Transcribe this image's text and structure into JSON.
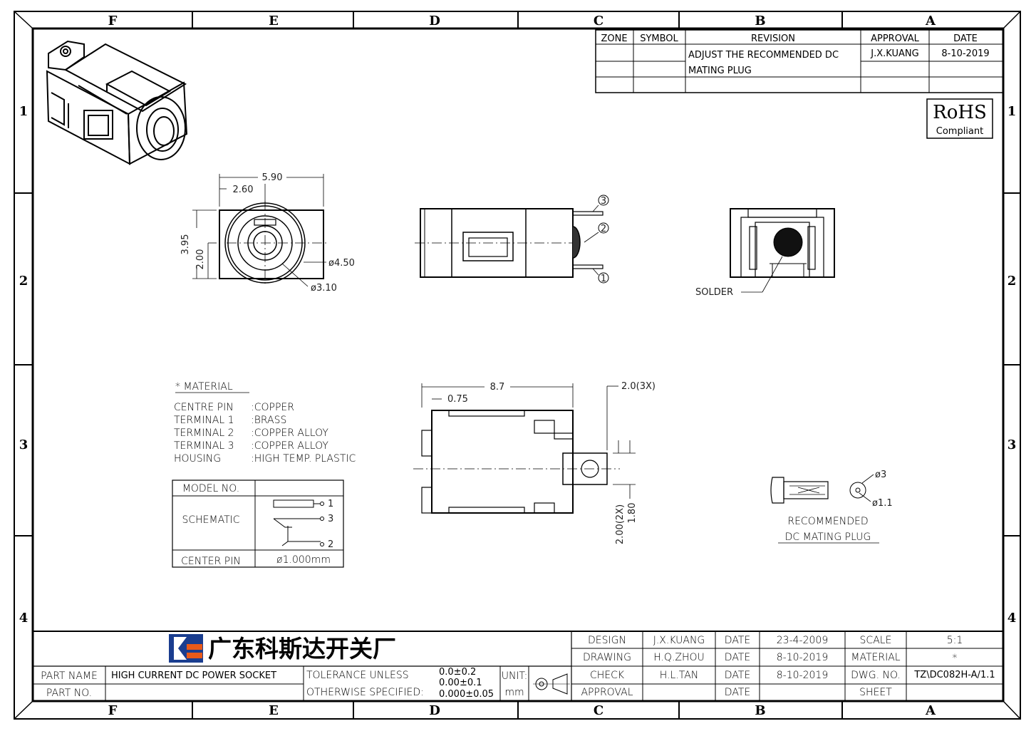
{
  "zones": {
    "columns": [
      "F",
      "E",
      "D",
      "C",
      "B",
      "A"
    ],
    "rows": [
      "1",
      "2",
      "3",
      "4"
    ]
  },
  "revision": {
    "headers": {
      "zone": "ZONE",
      "symbol": "SYMBOL",
      "revision": "REVISION",
      "approval": "APPROVAL",
      "date": "DATE"
    },
    "row1": {
      "revision_line1": "ADJUST THE RECOMMENDED DC",
      "revision_line2": "MATING PLUG",
      "approval": "J.X.KUANG",
      "date": "8-10-2019"
    }
  },
  "rohs": {
    "title": "RoHS",
    "subtitle": "Compliant"
  },
  "dims": {
    "front_w": "5.90",
    "front_off": "2.60",
    "front_h": "3.95",
    "front_h2": "2.00",
    "dia_outer": "ø4.50",
    "dia_inner": "ø3.10",
    "pin3": "3",
    "pin2": "2",
    "pin1": "1",
    "solder": "SOLDER",
    "bottom_len": "8.7",
    "bottom_off": "0.75",
    "pin_w": "2.0(3X)",
    "pin_pitch": "2.00(2X)",
    "pin_h": "1.80",
    "plug_d_outer": "ø3",
    "plug_d_inner": "ø1.1",
    "plug_label1": "RECOMMENDED",
    "plug_label2": "DC MATING PLUG"
  },
  "material": {
    "title": "* MATERIAL",
    "rows": [
      {
        "k": "CENTRE PIN",
        "v": ":COPPER"
      },
      {
        "k": "TERMINAL 1",
        "v": ":BRASS"
      },
      {
        "k": "TERMINAL 2",
        "v": ":COPPER ALLOY"
      },
      {
        "k": "TERMINAL 3",
        "v": ":COPPER ALLOY"
      },
      {
        "k": "HOUSING",
        "v": ":HIGH TEMP. PLASTIC"
      }
    ]
  },
  "schematic": {
    "model": "MODEL NO.",
    "schematic": "SCHEMATIC",
    "center_pin": "CENTER PIN",
    "center_val": "ø1.000mm",
    "p1": "1",
    "p3": "3",
    "p2": "2"
  },
  "title_block": {
    "company": "广东科斯达开关厂",
    "part_name_label": "PART NAME",
    "part_name": "HIGH CURRENT DC POWER SOCKET",
    "part_no_label": "PART NO.",
    "tol1": "TOLERANCE UNLESS",
    "tol2": "OTHERWISE SPECIFIED:",
    "tol_a": "0.0±0.2",
    "tol_b": "0.00±0.1",
    "tol_c": "0.000±0.05",
    "unit_label": "UNIT:",
    "unit": "mm",
    "design_label": "DESIGN",
    "design": "J.X.KUANG",
    "date_label": "DATE",
    "design_date": "23-4-2009",
    "scale_label": "SCALE",
    "scale": "5:1",
    "drawing_label": "DRAWING",
    "drawing": "H.Q.ZHOU",
    "drawing_date": "8-10-2019",
    "material_label": "MATERIAL",
    "material": "*",
    "check_label": "CHECK",
    "check": "H.L.TAN",
    "check_date": "8-10-2019",
    "dwg_label": "DWG. NO.",
    "dwg": "TZ\\DC082H-A/1.1",
    "approval_label": "APPROVAL",
    "sheet_label": "SHEET"
  }
}
